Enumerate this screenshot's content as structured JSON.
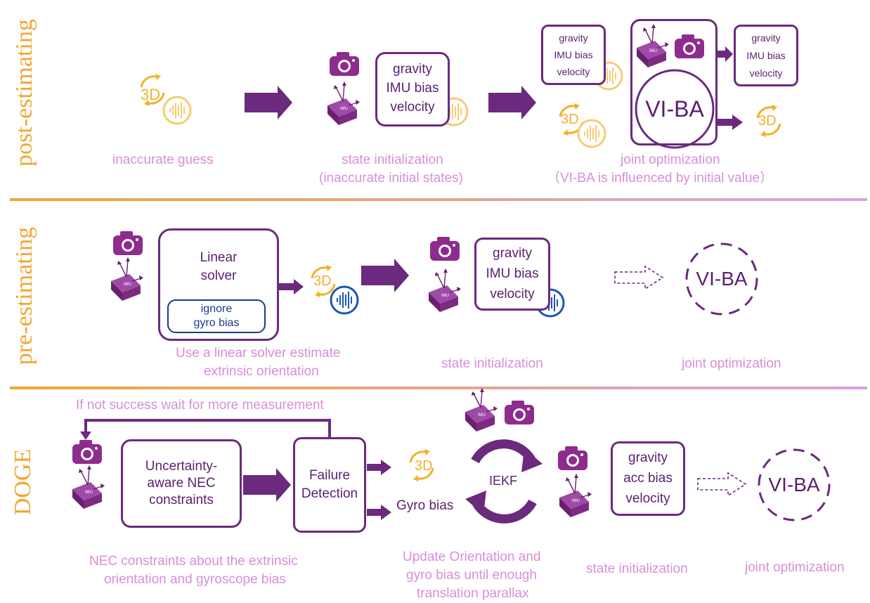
{
  "rows": [
    {
      "title": "post-estimating"
    },
    {
      "title": "pre-estimating"
    },
    {
      "title": "DOGE"
    }
  ],
  "post": {
    "caption_guess": "inaccurate guess",
    "caption_init_1": "state initialization",
    "caption_init_2": "(inaccurate initial states)",
    "caption_joint_1": "joint optimization",
    "caption_joint_2": "（VI-BA is influenced by initial value）",
    "state_box": [
      "gravity",
      "IMU bias",
      "velocity"
    ],
    "small_box_left": [
      "gravity",
      "IMU bias",
      "velocity"
    ],
    "small_box_right": [
      "gravity",
      "IMU bias",
      "velocity"
    ],
    "viba": "VI-BA"
  },
  "pre": {
    "solver_title_1": "Linear",
    "solver_title_2": "solver",
    "ignore_1": "ignore",
    "ignore_2": "gyro bias",
    "caption_solver_1": "Use a linear solver estimate",
    "caption_solver_2": "extrinsic orientation",
    "state_box": [
      "gravity",
      "IMU bias",
      "velocity"
    ],
    "caption_init": "state initialization",
    "viba": "VI-BA",
    "caption_joint": "joint optimization"
  },
  "doge": {
    "loop_text": "If not success wait for more measurement",
    "nec_box": [
      "Uncertainty-",
      "aware NEC",
      "constraints"
    ],
    "failure_box": [
      "Failure",
      "Detection"
    ],
    "gyro_bias": "Gyro bias",
    "iekf": "IEKF",
    "state_box": [
      "gravity",
      "acc bias",
      "velocity"
    ],
    "viba": "VI-BA",
    "caption_nec_1": "NEC constraints about the extrinsic",
    "caption_nec_2": "orientation and gyroscope bias",
    "caption_update_1": "Update Orientation and",
    "caption_update_2": "gyro bias until enough",
    "caption_update_3": "translation parallax",
    "caption_init": "state initialization",
    "caption_joint": "joint optimization"
  },
  "icons": {
    "imu_label": "IMU",
    "three_d_label": "3D"
  },
  "colors": {
    "purple": "#6b2a7e",
    "gold": "#f2a632",
    "pink": "#d88ed9",
    "blue": "#1a3a8c"
  }
}
